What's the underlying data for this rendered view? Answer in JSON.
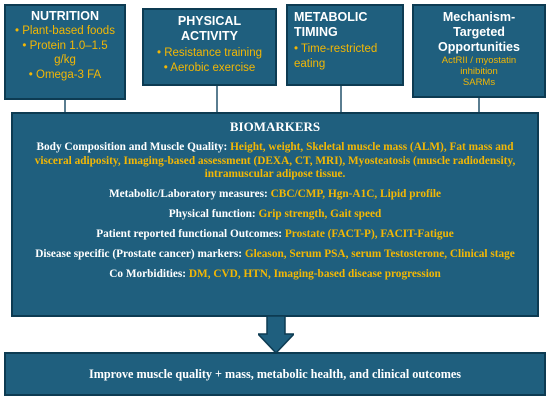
{
  "top_boxes": {
    "nutrition": {
      "title": "NUTRITION",
      "items": [
        "• Plant-based foods",
        "• Protein 1.0–1.5",
        "g/kg",
        "• Omega-3 FA"
      ]
    },
    "physical_activity": {
      "title": "PHYSICAL ACTIVITY",
      "items": [
        "• Resistance training",
        "• Aerobic exercise"
      ]
    },
    "metabolic_timing": {
      "title_line1": "METABOLIC",
      "title_line2": "TIMING",
      "items": [
        "• Time-restricted",
        "eating"
      ]
    },
    "mechanism": {
      "title_line1": "Mechanism-",
      "title_line2": "Targeted",
      "title_line3": "Opportunities",
      "sub_line1": "ActRII / myostatin",
      "sub_line2": "inhibition",
      "sub_line3": "SARMs"
    }
  },
  "biomarkers": {
    "title": "BIOMARKERS",
    "rows": [
      {
        "label": "Body Composition and Muscle Quality:",
        "value": "Height, weight, Skeletal muscle mass (ALM), Fat mass and visceral adiposity, Imaging-based assessment (DEXA, CT, MRI), Myosteatosis (muscle radiodensity, intramuscular adipose tissue."
      },
      {
        "label": "Metabolic/Laboratory measures:",
        "value": "CBC/CMP, Hgn-A1C, Lipid profile"
      },
      {
        "label": "Physical function:",
        "value": "Grip strength, Gait speed"
      },
      {
        "label": "Patient reported functional Outcomes:",
        "value": "Prostate (FACT-P), FACIT-Fatigue"
      },
      {
        "label": "Disease specific (Prostate cancer) markers:",
        "value": "Gleason, Serum PSA, serum Testosterone, Clinical stage"
      },
      {
        "label": "Co Morbidities:",
        "value": "DM, CVD, HTN, Imaging-based disease progression"
      }
    ]
  },
  "outcome": {
    "text": "Improve muscle quality + mass, metabolic health, and clinical outcomes"
  },
  "colors": {
    "box_fill": "#1f5f7e",
    "box_border": "#0d3b52",
    "highlight": "#f2b705",
    "text": "#ffffff"
  }
}
